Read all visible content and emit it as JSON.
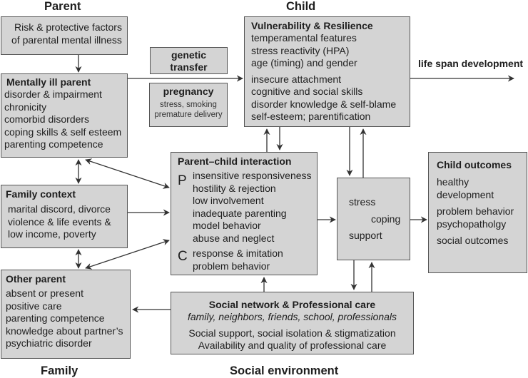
{
  "headings": {
    "parent": "Parent",
    "child": "Child",
    "family": "Family",
    "social_environment": "Social environment",
    "life_span": "life span development"
  },
  "risk_box": {
    "lines": [
      "Risk & protective factors",
      "of parental mental illness"
    ]
  },
  "mentally_ill_parent": {
    "title": "Mentally ill parent",
    "items": [
      "disorder & impairment",
      "chronicity",
      "comorbid disorders",
      "coping skills & self esteem",
      "parenting competence"
    ]
  },
  "genetic_transfer": {
    "lines": [
      "genetic",
      "transfer"
    ]
  },
  "pregnancy": {
    "title": "pregnancy",
    "items": [
      "stress, smoking",
      "premature delivery"
    ]
  },
  "vulnerability": {
    "title": "Vulnerability & Resilience",
    "group1": [
      "temperamental features",
      "stress reactivity (HPA)",
      "age (timing) and gender"
    ],
    "group2": [
      "insecure attachment",
      "cognitive and social skills",
      "disorder knowledge & self-blame",
      "self-esteem; parentification"
    ]
  },
  "family_context": {
    "title": "Family context",
    "items": [
      "marital discord, divorce",
      "violence & life events &",
      "low income, poverty"
    ]
  },
  "parent_child_interaction": {
    "title": "Parent–child interaction",
    "p_label": "P",
    "p_items": [
      "insensitive responsiveness",
      "hostility & rejection",
      "low involvement",
      "inadequate parenting",
      "model behavior",
      "abuse and neglect"
    ],
    "c_label": "C",
    "c_items": [
      "response & imitation",
      "problem behavior"
    ]
  },
  "stress_box": {
    "stress": "stress",
    "coping": "coping",
    "support": "support"
  },
  "child_outcomes": {
    "title": "Child outcomes",
    "group1": [
      "healthy",
      "development"
    ],
    "group2": [
      "problem behavior",
      "psychopatholgy"
    ],
    "group3": [
      "social outcomes"
    ]
  },
  "other_parent": {
    "title": "Other parent",
    "items": [
      "absent or present",
      "positive care",
      "parenting competence",
      "knowledge about partner’s",
      "psychiatric disorder"
    ]
  },
  "social_network": {
    "title": "Social network & Professional care",
    "subtitle": "family, neighbors, friends, school, professionals",
    "items": [
      "Social support, social isolation & stigmatization",
      "Availability and quality of professional care"
    ]
  },
  "colors": {
    "box_fill": "#d4d4d4",
    "box_border": "#555555",
    "line": "#333333",
    "text": "#1e1e1e"
  }
}
